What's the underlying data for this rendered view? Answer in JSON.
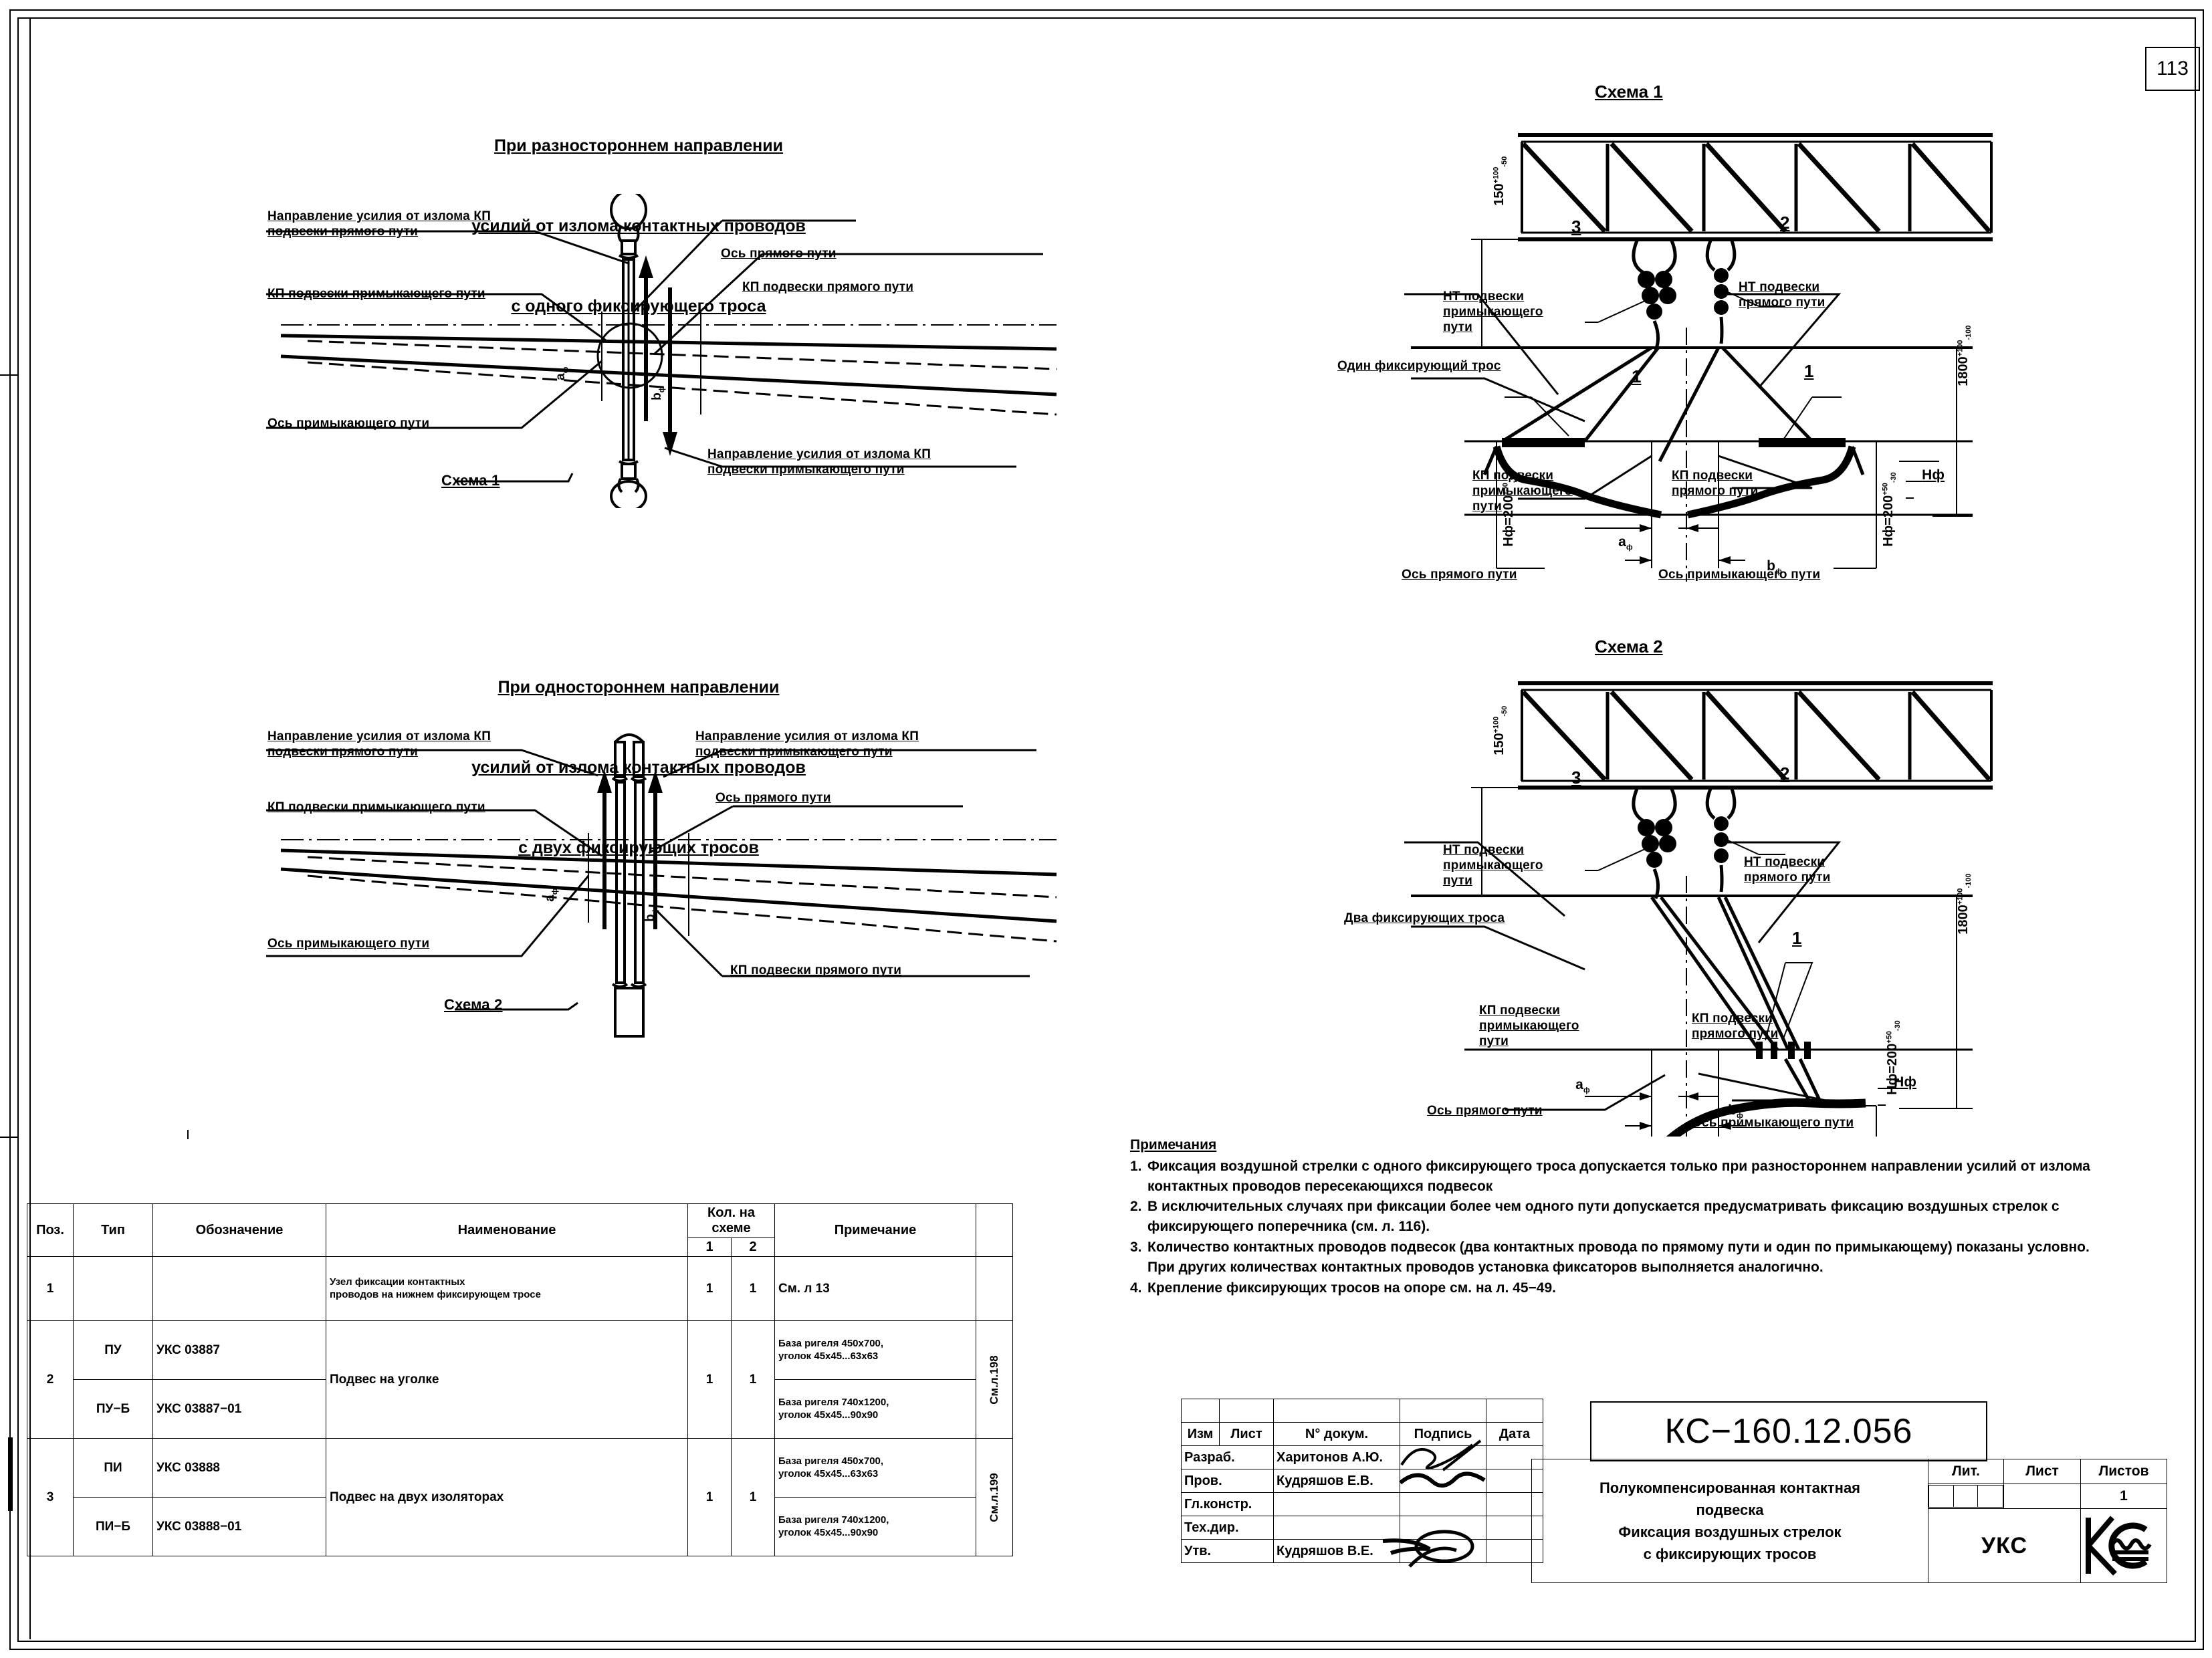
{
  "sheet": {
    "page_number": "113"
  },
  "left_block": {
    "diagram1": {
      "title_lines": [
        "При разностороннем направлении",
        "усилий от излома контактных проводов",
        "с одного фиксирующего троса"
      ],
      "labels": {
        "force_straight": "Направление усилия от излома КП\nподвески прямого пути",
        "kp_adjoining": "КП подвески примыкающего пути",
        "axis_adjoining": "Ось примыкающего пути",
        "axis_straight": "Ось прямого пути",
        "kp_straight": "КП подвески прямого пути",
        "force_adjoining": "Направление усилия от излома КП\nподвески примыкающего пути",
        "scheme_ref": "Схема 1",
        "dim_a": "a",
        "dim_b": "b",
        "dim_sub": "ф"
      }
    },
    "diagram2": {
      "title_lines": [
        "При одностороннем направлении",
        "усилий от излома контактных проводов",
        "с двух фиксирующих тросов"
      ],
      "labels": {
        "force_straight": "Направление усилия от излома КП\nподвески прямого пути",
        "kp_adjoining": "КП подвески примыкающего пути",
        "force_adjoining": "Направление усилия от излома КП\nподвески примыкающего пути",
        "axis_straight": "Ось прямого пути",
        "axis_adjoining": "Ось примыкающего пути",
        "kp_straight": "КП подвески прямого пути",
        "scheme_ref": "Схема 2",
        "dim_a": "a",
        "dim_b": "b",
        "dim_sub": "ф"
      }
    }
  },
  "right_block": {
    "scheme1": {
      "title": "Схема 1",
      "dim_top": "150",
      "dim_top_sup": "+100",
      "dim_top_sub": "-50",
      "dim_right": "1800",
      "dim_right_sup": "+100",
      "dim_right_sub": "-100",
      "dim_h": "Hф=200",
      "dim_h_sup": "+50",
      "dim_h_sub": "-30",
      "h_small": "Hф",
      "callouts": [
        "1",
        "1",
        "2",
        "3"
      ],
      "labels": {
        "nt_adjoining": "НТ подвески\nпримыкающего\nпути",
        "nt_straight": "НТ подвески\nпрямого пути",
        "one_cable": "Один фиксирующий трос",
        "kp_adjoining": "КП подвески\nпримыкающего\nпути",
        "kp_straight": "КП подвески\nпрямого пути",
        "axis_straight": "Ось прямого пути",
        "axis_adjoining": "Ось примыкающего пути",
        "dim_a": "a",
        "dim_b": "b",
        "dim_sub": "ф"
      }
    },
    "scheme2": {
      "title": "Схема 2",
      "dim_top": "150",
      "dim_top_sup": "+100",
      "dim_top_sub": "-50",
      "dim_right": "1800",
      "dim_right_sup": "+100",
      "dim_right_sub": "-100",
      "dim_h": "Hф=200",
      "dim_h_sup": "+50",
      "dim_h_sub": "-30",
      "h_small": "Hф",
      "callouts": [
        "1",
        "2",
        "3"
      ],
      "labels": {
        "nt_adjoining": "НТ подвески\nпримыкающего\nпути",
        "nt_straight": "НТ подвески\nпрямого пути",
        "two_cables": "Два фиксирующих троса",
        "kp_adjoining": "КП подвески\nпримыкающего\nпути",
        "kp_straight": "КП подвески\nпрямого пути",
        "axis_straight": "Ось прямого пути",
        "axis_adjoining": "Ось примыкающего пути",
        "dim_a": "a",
        "dim_b": "b",
        "dim_sub": "ф"
      }
    }
  },
  "notes": {
    "heading": "Примечания",
    "items": [
      "Фиксация воздушной стрелки с одного фиксирующего троса допускается только при разностороннем направлении усилий от излома контактных проводов пересекающихся подвесок",
      "В исключительных случаях при фиксации более чем одного пути допускается предусматривать фиксацию воздушных стрелок с фиксирующего поперечника (см. л. 116).",
      "Количество контактных проводов подвесок (два контактных провода по прямому пути и один по примыкающему) показаны условно. При других количествах контактных проводов установка фиксаторов выполняется аналогично.",
      "Крепление фиксирующих тросов на опоре см. на л. 45−49."
    ],
    "numbers": [
      "1.",
      "2.",
      "3.",
      "4."
    ]
  },
  "spec_table": {
    "headers": {
      "pos": "Поз.",
      "type": "Тип",
      "designation": "Обозначение",
      "name": "Наименование",
      "qty_group": "Кол. на схеме",
      "qty_1": "1",
      "qty_2": "2",
      "note": "Примечание"
    },
    "rows": [
      {
        "pos": "1",
        "type": "",
        "designation": "",
        "name": "Узел фиксации контактных\nпроводов на нижнем фиксирующем тросе",
        "q1": "1",
        "q2": "1",
        "note": "См. л 13",
        "vnote": ""
      },
      {
        "pos": "2",
        "name": "Подвес на уголке",
        "q1": "1",
        "q2": "1",
        "vnote": "См.л.198",
        "sub": [
          {
            "type": "ПУ",
            "designation": "УКС 03887",
            "note": "База ригеля 450х700,\nуголок 45х45...63х63"
          },
          {
            "type": "ПУ−Б",
            "designation": "УКС 03887−01",
            "note": "База ригеля 740х1200,\nуголок 45х45...90х90"
          }
        ]
      },
      {
        "pos": "3",
        "name": "Подвес на двух изоляторах",
        "q1": "1",
        "q2": "1",
        "vnote": "См.л.199",
        "sub": [
          {
            "type": "ПИ",
            "designation": "УКС 03888",
            "note": "База ригеля 450х700,\nуголок 45х45...63х63"
          },
          {
            "type": "ПИ−Б",
            "designation": "УКС 03888−01",
            "note": "База ригеля 740х1200,\nуголок 45х45...90х90"
          }
        ]
      }
    ]
  },
  "title_block": {
    "revision_headers": [
      "Изм",
      "Лист",
      "N° докум.",
      "Подпись",
      "Дата"
    ],
    "rows": [
      {
        "role": "Разраб.",
        "name": "Харитонов А.Ю."
      },
      {
        "role": "Пров.",
        "name": "Кудряшов Е.В."
      },
      {
        "role": "Гл.констр.",
        "name": ""
      },
      {
        "role": "Тех.дир.",
        "name": ""
      },
      {
        "role": "Утв.",
        "name": "Кудряшов В.Е."
      }
    ],
    "doc_code": "КС−160.12.056",
    "doc_title_lines": [
      "Полукомпенсированная контактная",
      "подвеска",
      "Фиксация воздушных стрелок",
      "с фиксирующих тросов"
    ],
    "lit_headers": [
      "Лит.",
      "Лист",
      "Листов"
    ],
    "lit_values": [
      "",
      "",
      "1"
    ],
    "org": "УКС",
    "logo_name": "uks-logo"
  }
}
